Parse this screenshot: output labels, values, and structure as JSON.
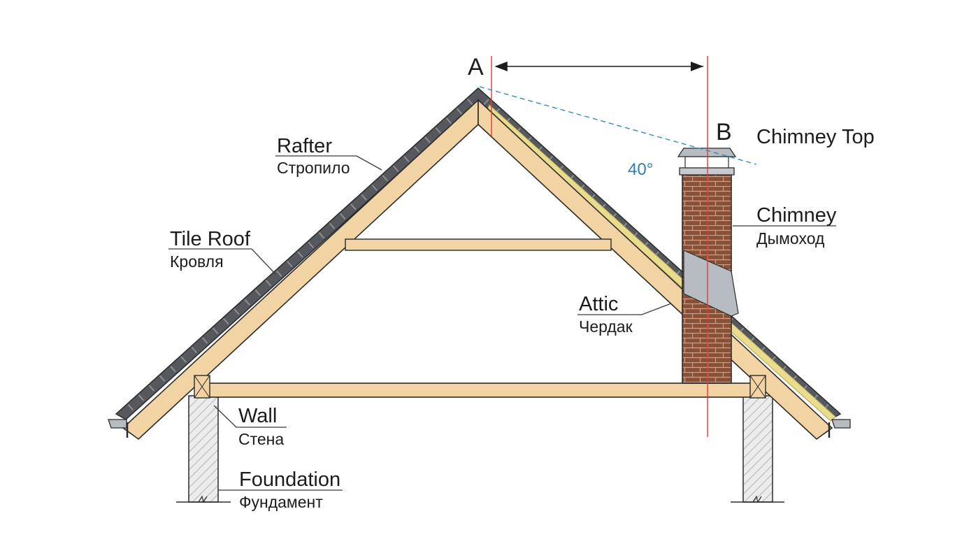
{
  "points": {
    "a": "A",
    "b": "B"
  },
  "chimney_top": {
    "label": "Chimney Top"
  },
  "angle": {
    "label": "40°"
  },
  "labels": {
    "rafter": {
      "en": "Rafter",
      "ru": "Стропило"
    },
    "tile_roof": {
      "en": "Tile Roof",
      "ru": "Кровля"
    },
    "chimney": {
      "en": "Chimney",
      "ru": "Дымоход"
    },
    "attic": {
      "en": "Attic",
      "ru": "Чердак"
    },
    "wall": {
      "en": "Wall",
      "ru": "Стена"
    },
    "foundation": {
      "en": "Foundation",
      "ru": "Фундамент"
    }
  },
  "colors": {
    "timber": "#f2d3a4",
    "timber_edge": "#2b2b2b",
    "roof_tiles": "#55585c",
    "insulation": "#e9dc8c",
    "brick": "#8a4f35",
    "mortar": "#c9a48c",
    "flashing": "#b7bcc2",
    "guide_red": "#e23a3a",
    "dashed_blue": "#2f8db5",
    "angle_text": "#2f7fb0",
    "wall_hatch": "#9a9a9a"
  }
}
